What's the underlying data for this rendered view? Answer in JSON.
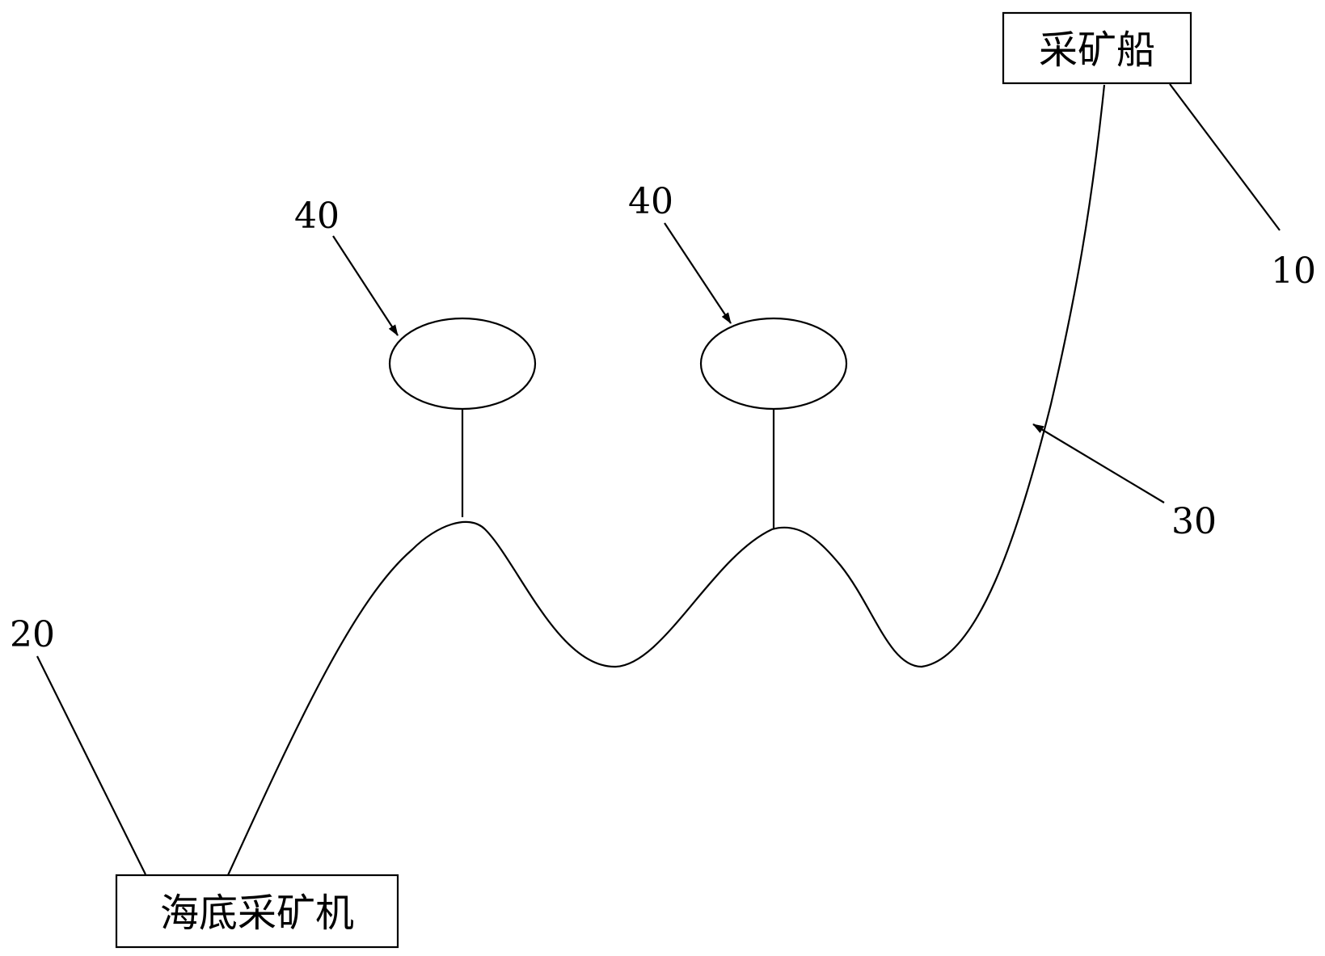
{
  "diagram": {
    "mining_ship": {
      "label": "采矿船",
      "ref": "10"
    },
    "seabed_miner": {
      "label": "海底采矿机",
      "ref": "20"
    },
    "riser_pipe": {
      "ref": "30"
    },
    "buoys": [
      {
        "ref": "40"
      },
      {
        "ref": "40"
      }
    ]
  }
}
